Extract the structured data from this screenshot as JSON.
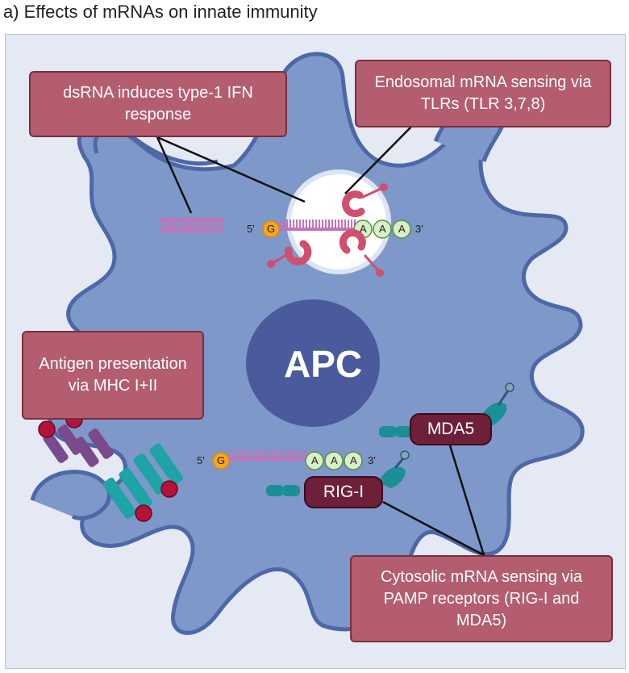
{
  "title": "a) Effects of mRNAs on innate immunity",
  "callouts": {
    "dsrna": "dsRNA induces type-1 IFN response",
    "endosomal": "Endosomal mRNA sensing via TLRs (TLR 3,7,8)",
    "antigen": "Antigen presentation via MHC I+II",
    "cytosolic": "Cytosolic mRNA sensing via PAMP receptors (RIG-I and MDA5)"
  },
  "receptors": {
    "mda5": "MDA5",
    "rigi": "RIG-I"
  },
  "cell_label": "APC",
  "mrna_labels": {
    "five_prime": "5'",
    "cap": "G",
    "poly_a": "A",
    "three_prime": "3'"
  },
  "colors": {
    "cell": "#7e98c9",
    "cell_border": "#4d67a8",
    "nucleus": "#4b5a9c",
    "callout": "#b45d6f",
    "pill": "#6e1f3a",
    "rna": "#c274b8",
    "cap": "#f5a623",
    "polya": "#d9efc6",
    "tlr": "#d04e6e",
    "mhc1": "#7a4a8c",
    "mhc2": "#1fa3a6",
    "peptide": "#b5123a"
  }
}
